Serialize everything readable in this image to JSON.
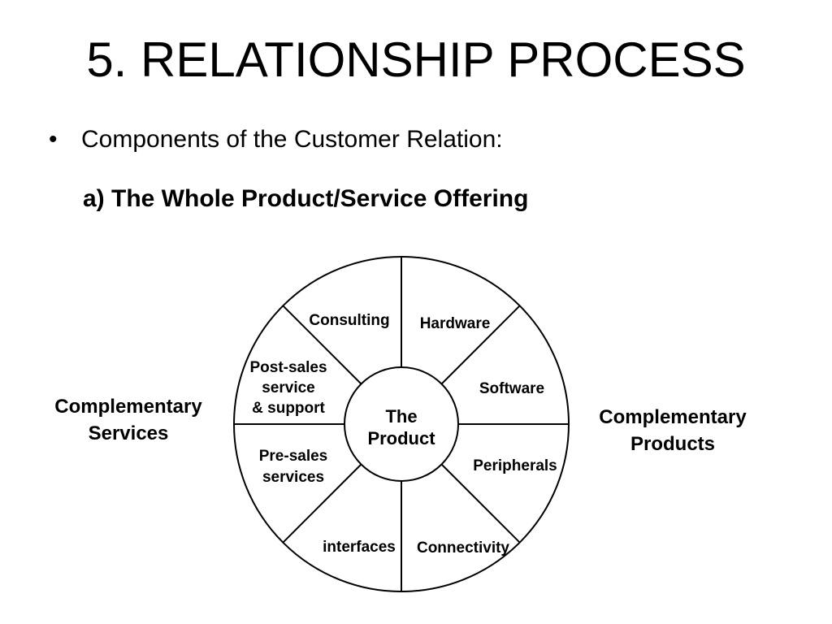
{
  "slide": {
    "title": "5. RELATIONSHIP PROCESS",
    "bullet_symbol": "•",
    "bullet": "Components of the Customer Relation:",
    "subheading": "a) The Whole Product/Service Offering"
  },
  "diagram": {
    "left_label": [
      "Complementary",
      "Services"
    ],
    "right_label": [
      "Complementary",
      "Products"
    ],
    "center": [
      "The",
      "Product"
    ],
    "segments": [
      {
        "id": "hardware",
        "lines": [
          "Hardware"
        ]
      },
      {
        "id": "software",
        "lines": [
          "Software"
        ]
      },
      {
        "id": "peripherals",
        "lines": [
          "Peripherals"
        ]
      },
      {
        "id": "connectivity",
        "lines": [
          "Connectivity"
        ]
      },
      {
        "id": "interfaces",
        "lines": [
          "interfaces"
        ]
      },
      {
        "id": "pre-sales",
        "lines": [
          "Pre-sales",
          "services"
        ]
      },
      {
        "id": "post-sales",
        "lines": [
          "Post-sales",
          "service",
          "& support"
        ]
      },
      {
        "id": "consulting",
        "lines": [
          "Consulting"
        ]
      }
    ]
  }
}
